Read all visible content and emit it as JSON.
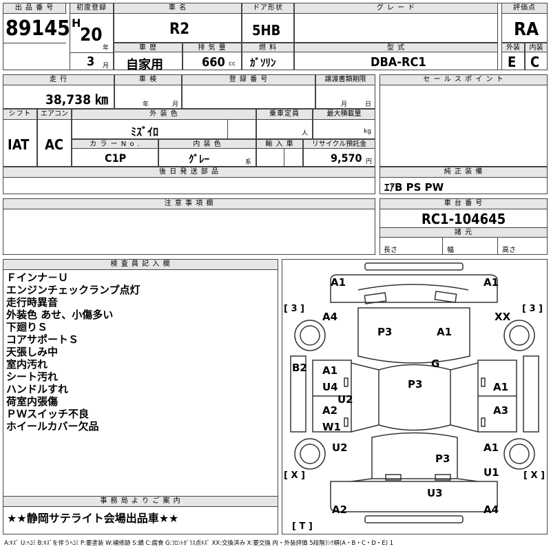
{
  "header": {
    "lot_label": "出 品 番 号",
    "lot_number": "89145",
    "first_reg_label": "初度登録",
    "era": "H",
    "year": "20",
    "year_unit": "年",
    "month": "3",
    "month_unit": "月",
    "car_name_label": "車 名",
    "car_name": "R2",
    "door_label": "ドア形状",
    "door": "5HB",
    "grade_label": "グ レ ー ド",
    "grade": "",
    "score_label": "評価点",
    "score": "RA",
    "history_label": "車 歴",
    "history": "自家用",
    "displacement_label": "排 気 量",
    "displacement": "660",
    "displacement_unit": "cc",
    "fuel_label": "燃 料",
    "fuel": "ｶﾞｿﾘﾝ",
    "model_label": "型 式",
    "model": "DBA-RC1",
    "exterior_label": "外装",
    "exterior": "E",
    "interior_label": "内装",
    "interior": "C"
  },
  "row2": {
    "mileage_label": "走 行",
    "mileage": "38,738 ㎞",
    "inspection_label": "車 検",
    "year_unit": "年",
    "month_unit": "月",
    "reg_no_label": "登 録 番 号",
    "transfer_label": "譲渡書類期限",
    "day_unit": "日",
    "sales_point_label": "セ ー ル ス ポ イ ン ト",
    "shift_label": "シフト",
    "shift": "IAT",
    "aircon_label": "エアコン",
    "aircon": "AC",
    "ext_color_label": "外 装 色",
    "ext_color": "ﾐｽﾞｲﾛ",
    "capacity_label": "乗車定員",
    "capacity_unit": "人",
    "load_label": "最大積載量",
    "load_unit": "kg",
    "color_no_label": "カ ラ ー N o .",
    "color_no": "C1P",
    "int_color_label": "内 装 色",
    "int_color": "ｸﾞﾚｰ",
    "int_color_unit": "系",
    "import_label": "輸 入 車",
    "recycle_label": "リサイクル預託金",
    "recycle": "9,570",
    "recycle_unit": "円",
    "later_parts_label": "後 日 発 送 部 品",
    "equipment_label": "純 正 装 備",
    "equipment": "ｴｱB PS PW"
  },
  "notes": {
    "caution_label": "注 意 事 項 欄",
    "chassis_label": "車 台 番 号",
    "chassis": "RC1-104645",
    "spec_label": "諸 元",
    "length_label": "長さ",
    "width_label": "幅",
    "height_label": "高さ"
  },
  "inspector": {
    "label": "検 査 員 記 入 欄",
    "lines": [
      "Ｆインナ－Ｕ",
      "エンジンチェックランプ点灯",
      "走行時異音",
      "外装色 あせ、小傷多い",
      "下廻りＳ",
      "コアサポートＳ",
      "天張しみ中",
      "室内汚れ",
      "シート汚れ",
      "ハンドルすれ",
      "荷室内張傷",
      "ＰＷスイッチ不良",
      "ホイールカバー欠品"
    ],
    "office_label": "事 務 局 よ り ご 案 内",
    "office_text": "★★静岡サテライト会場出品車★★"
  },
  "diagram": {
    "labels": {
      "a1_fl": "A1",
      "a1_fr": "A1",
      "b3_l": "[ 3 ]",
      "b3_r": "[ 3 ]",
      "a4_l": "A4",
      "xx_r": "XX",
      "p3_hood": "P3",
      "a1_hood": "A1",
      "g_glass": "G",
      "b2_l": "B2",
      "a1_door_l": "A1",
      "u4": "U4",
      "u2_mid": "U2",
      "p3_roof": "P3",
      "a1_door_r": "A1",
      "a2_door_l": "A2",
      "w1": "W1",
      "a3_r": "A3",
      "u2_l": "U2",
      "a1_rr": "A1",
      "p3_trunk": "P3",
      "u1_r": "U1",
      "bx_l": "[ X ]",
      "bx_r": "[ X ]",
      "u3": "U3",
      "a2_rl": "A2",
      "a4_rr": "A4",
      "bt": "[ T ]"
    }
  },
  "footer": {
    "legend": "A:ｷｽﾞ U:ﾍｺﾐ B:ｷｽﾞを伴うﾍｺﾐ P:要塗装 W:補修跡 S:錆 C:腐食 G:ﾌﾛﾝﾄｶﾞﾗｽ点ｷｽﾞ XX:交換済み X:要交換 内・外装評価 5段階ﾗﾝｸ順(A・B・C・D・E) 1"
  }
}
